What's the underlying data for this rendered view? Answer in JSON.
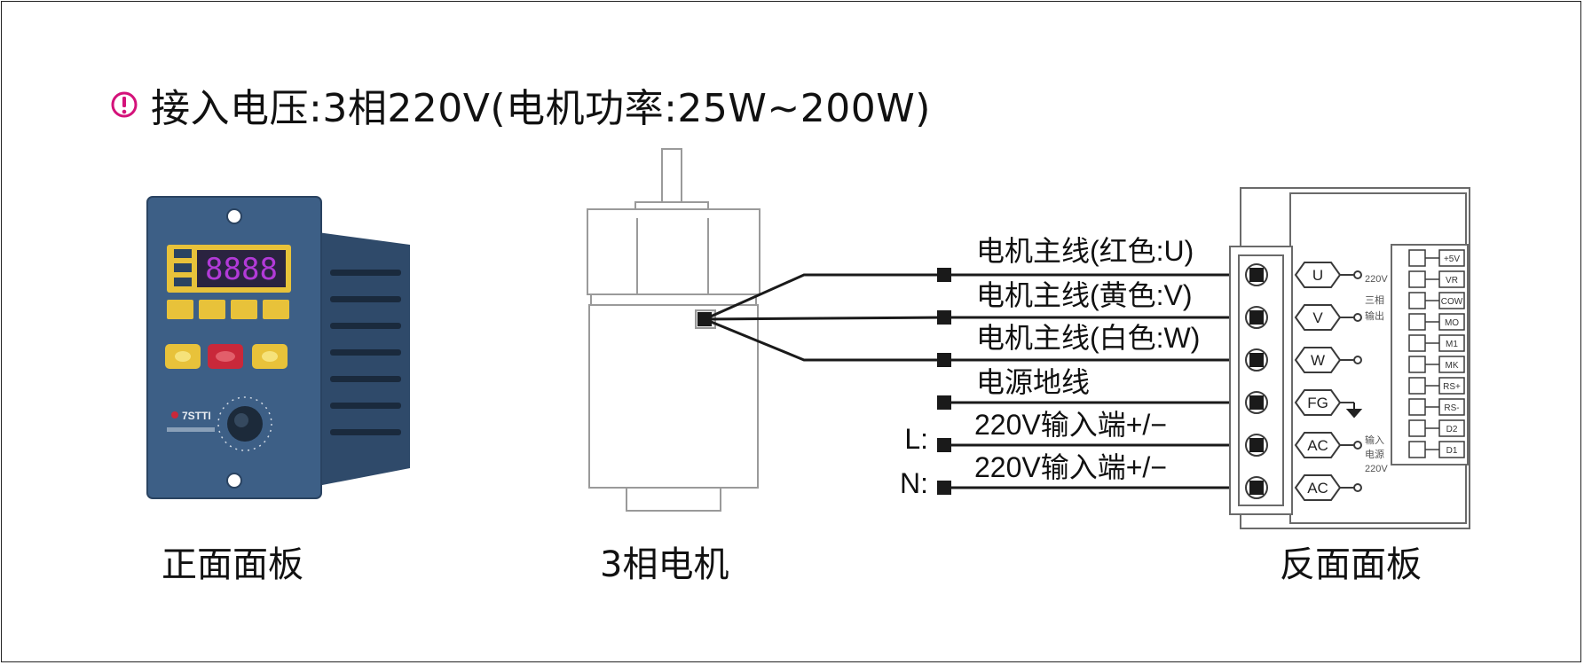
{
  "heading": {
    "icon": "warning-circle-icon",
    "text": "接入电压:3相220V(电机功率:25W~200W)"
  },
  "icon_colors": {
    "warning": "#d4127a"
  },
  "front_panel": {
    "caption": "正面面板",
    "display_digits": "8888",
    "body_color": "#3d5f86",
    "brand_text": "7STTI"
  },
  "motor": {
    "caption": "3相电机"
  },
  "rear_panel": {
    "caption": "反面面板",
    "left_terminals": [
      "U",
      "V",
      "W",
      "FG",
      "AC",
      "AC"
    ],
    "right_terminals": [
      "+5V",
      "VR",
      "COW",
      "MO",
      "M1",
      "MK",
      "RS+",
      "RS-",
      "D2",
      "D1"
    ],
    "small_labels": [
      "220V",
      "三相",
      "输出",
      "输入",
      "电源",
      "220V"
    ]
  },
  "wires": [
    {
      "label": "电机主线(红色:U)",
      "prefix": ""
    },
    {
      "label": "电机主线(黄色:V)",
      "prefix": ""
    },
    {
      "label": "电机主线(白色:W)",
      "prefix": ""
    },
    {
      "label": "电源地线",
      "prefix": ""
    },
    {
      "label": "220V输入端+/−",
      "prefix": "L:"
    },
    {
      "label": "220V输入端+/−",
      "prefix": "N:"
    }
  ]
}
